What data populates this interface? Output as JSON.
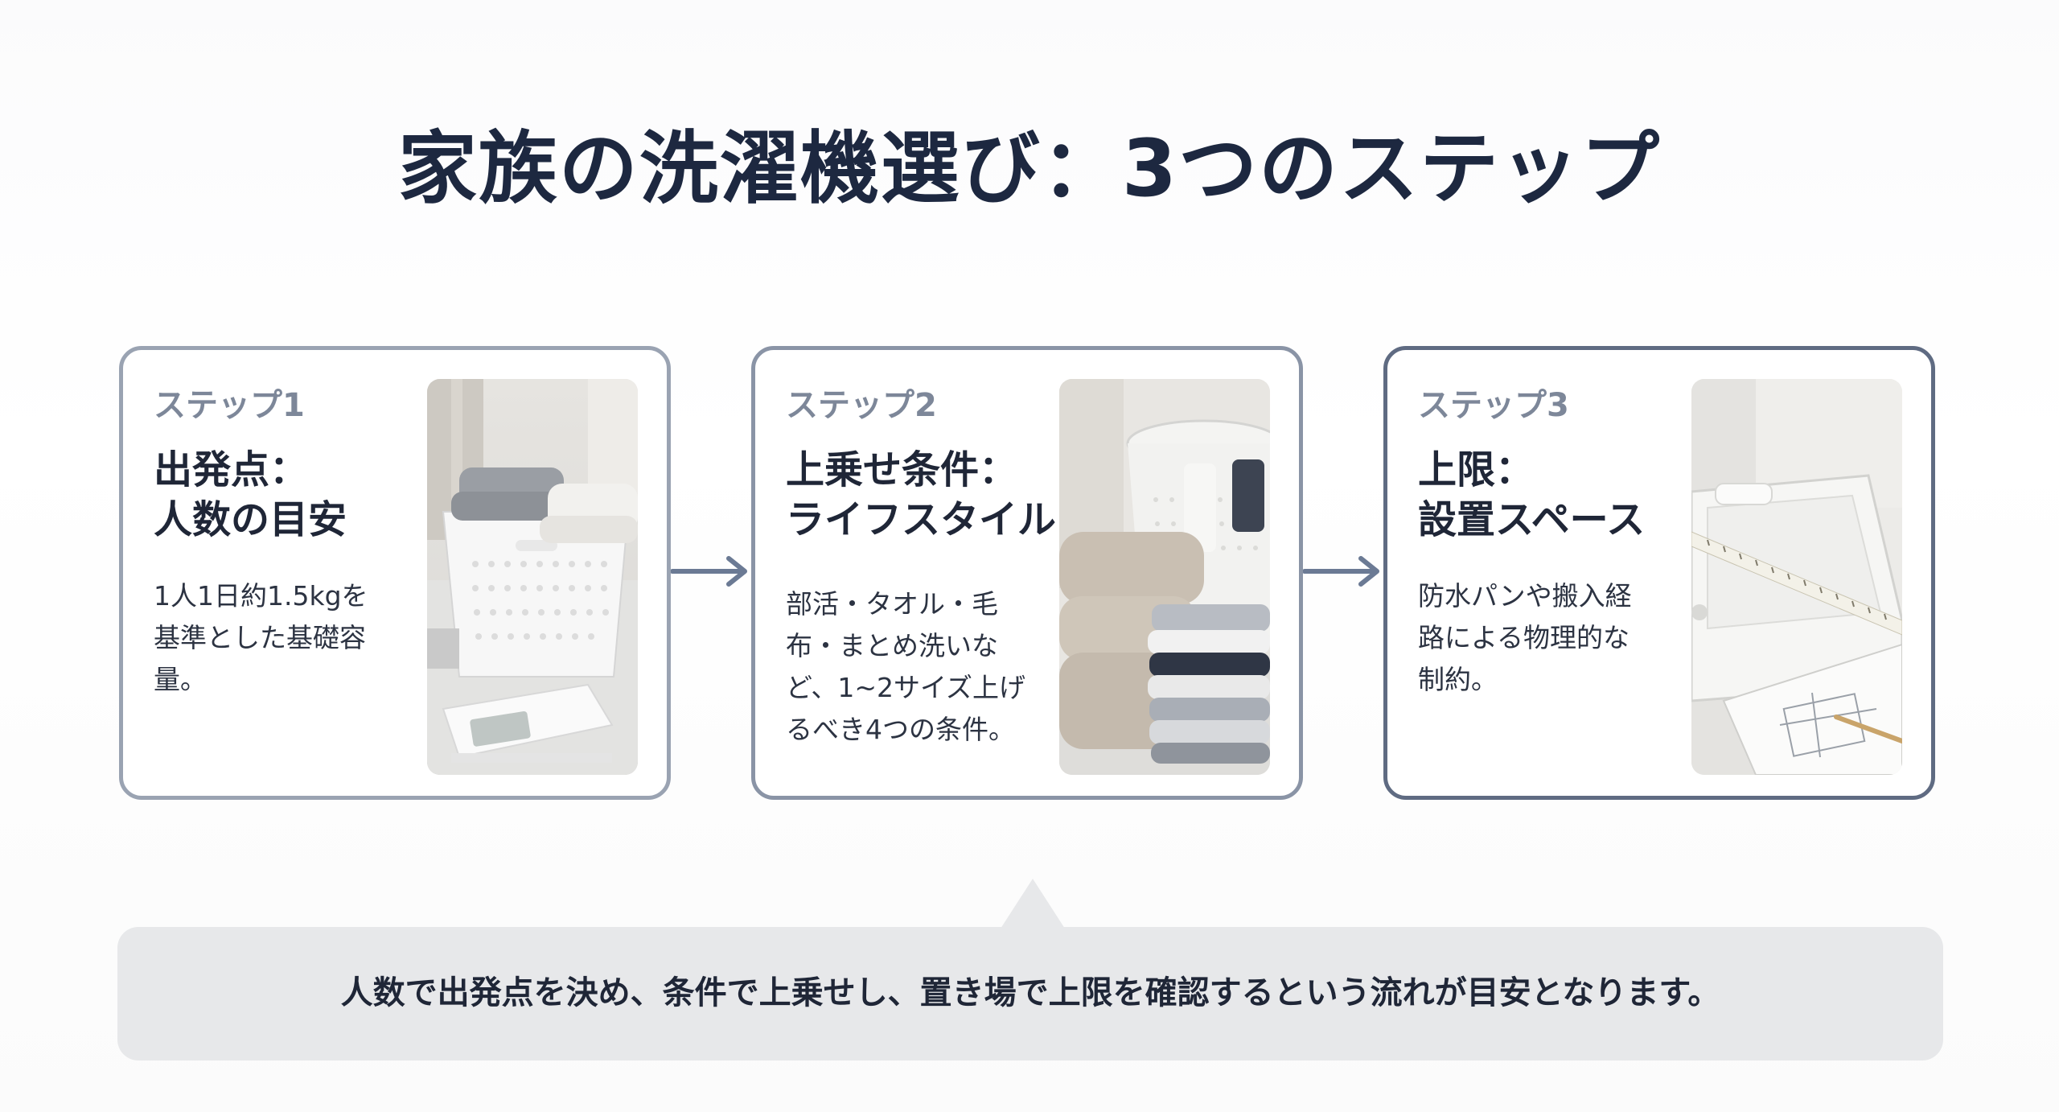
{
  "title": "家族の洗濯機選び：3つのステップ",
  "steps": [
    {
      "label": "ステップ1",
      "heading_line1": "出発点：",
      "heading_line2": "人数の目安",
      "desc_lines": [
        "1人1日約1.5kgを",
        "基準とした基礎容",
        "量。"
      ],
      "photo": "laundry-basket-and-scale-photo"
    },
    {
      "label": "ステップ2",
      "heading_line1": "上乗せ条件：",
      "heading_line2": "ライフスタイル",
      "desc_lines": [
        "部活・タオル・毛",
        "布・まとめ洗いな",
        "ど、1~2サイズ上げ",
        "るべき4つの条件。"
      ],
      "photo": "towels-and-laundry-basket-photo"
    },
    {
      "label": "ステップ3",
      "heading_line1": "上限：",
      "heading_line2": "設置スペース",
      "desc_lines": [
        "防水パンや搬入経",
        "路による物理的な",
        "制約。"
      ],
      "photo": "waterproof-pan-and-tape-measure-photo"
    }
  ],
  "arrows": [
    "arrow-right-icon",
    "arrow-right-icon"
  ],
  "callout": {
    "text": "人数で出発点を決め、条件で上乗せし、置き場で上限を確認するという流れが目安となります。"
  },
  "colors": {
    "title": "#1d2840",
    "step_label": "#7d8799",
    "card_border_1": "#9aa3b2",
    "card_border_2": "#8a94a6",
    "card_border_3": "#5f6b82",
    "arrow": "#6b7a94",
    "callout_bg": "#e7e8ea"
  }
}
